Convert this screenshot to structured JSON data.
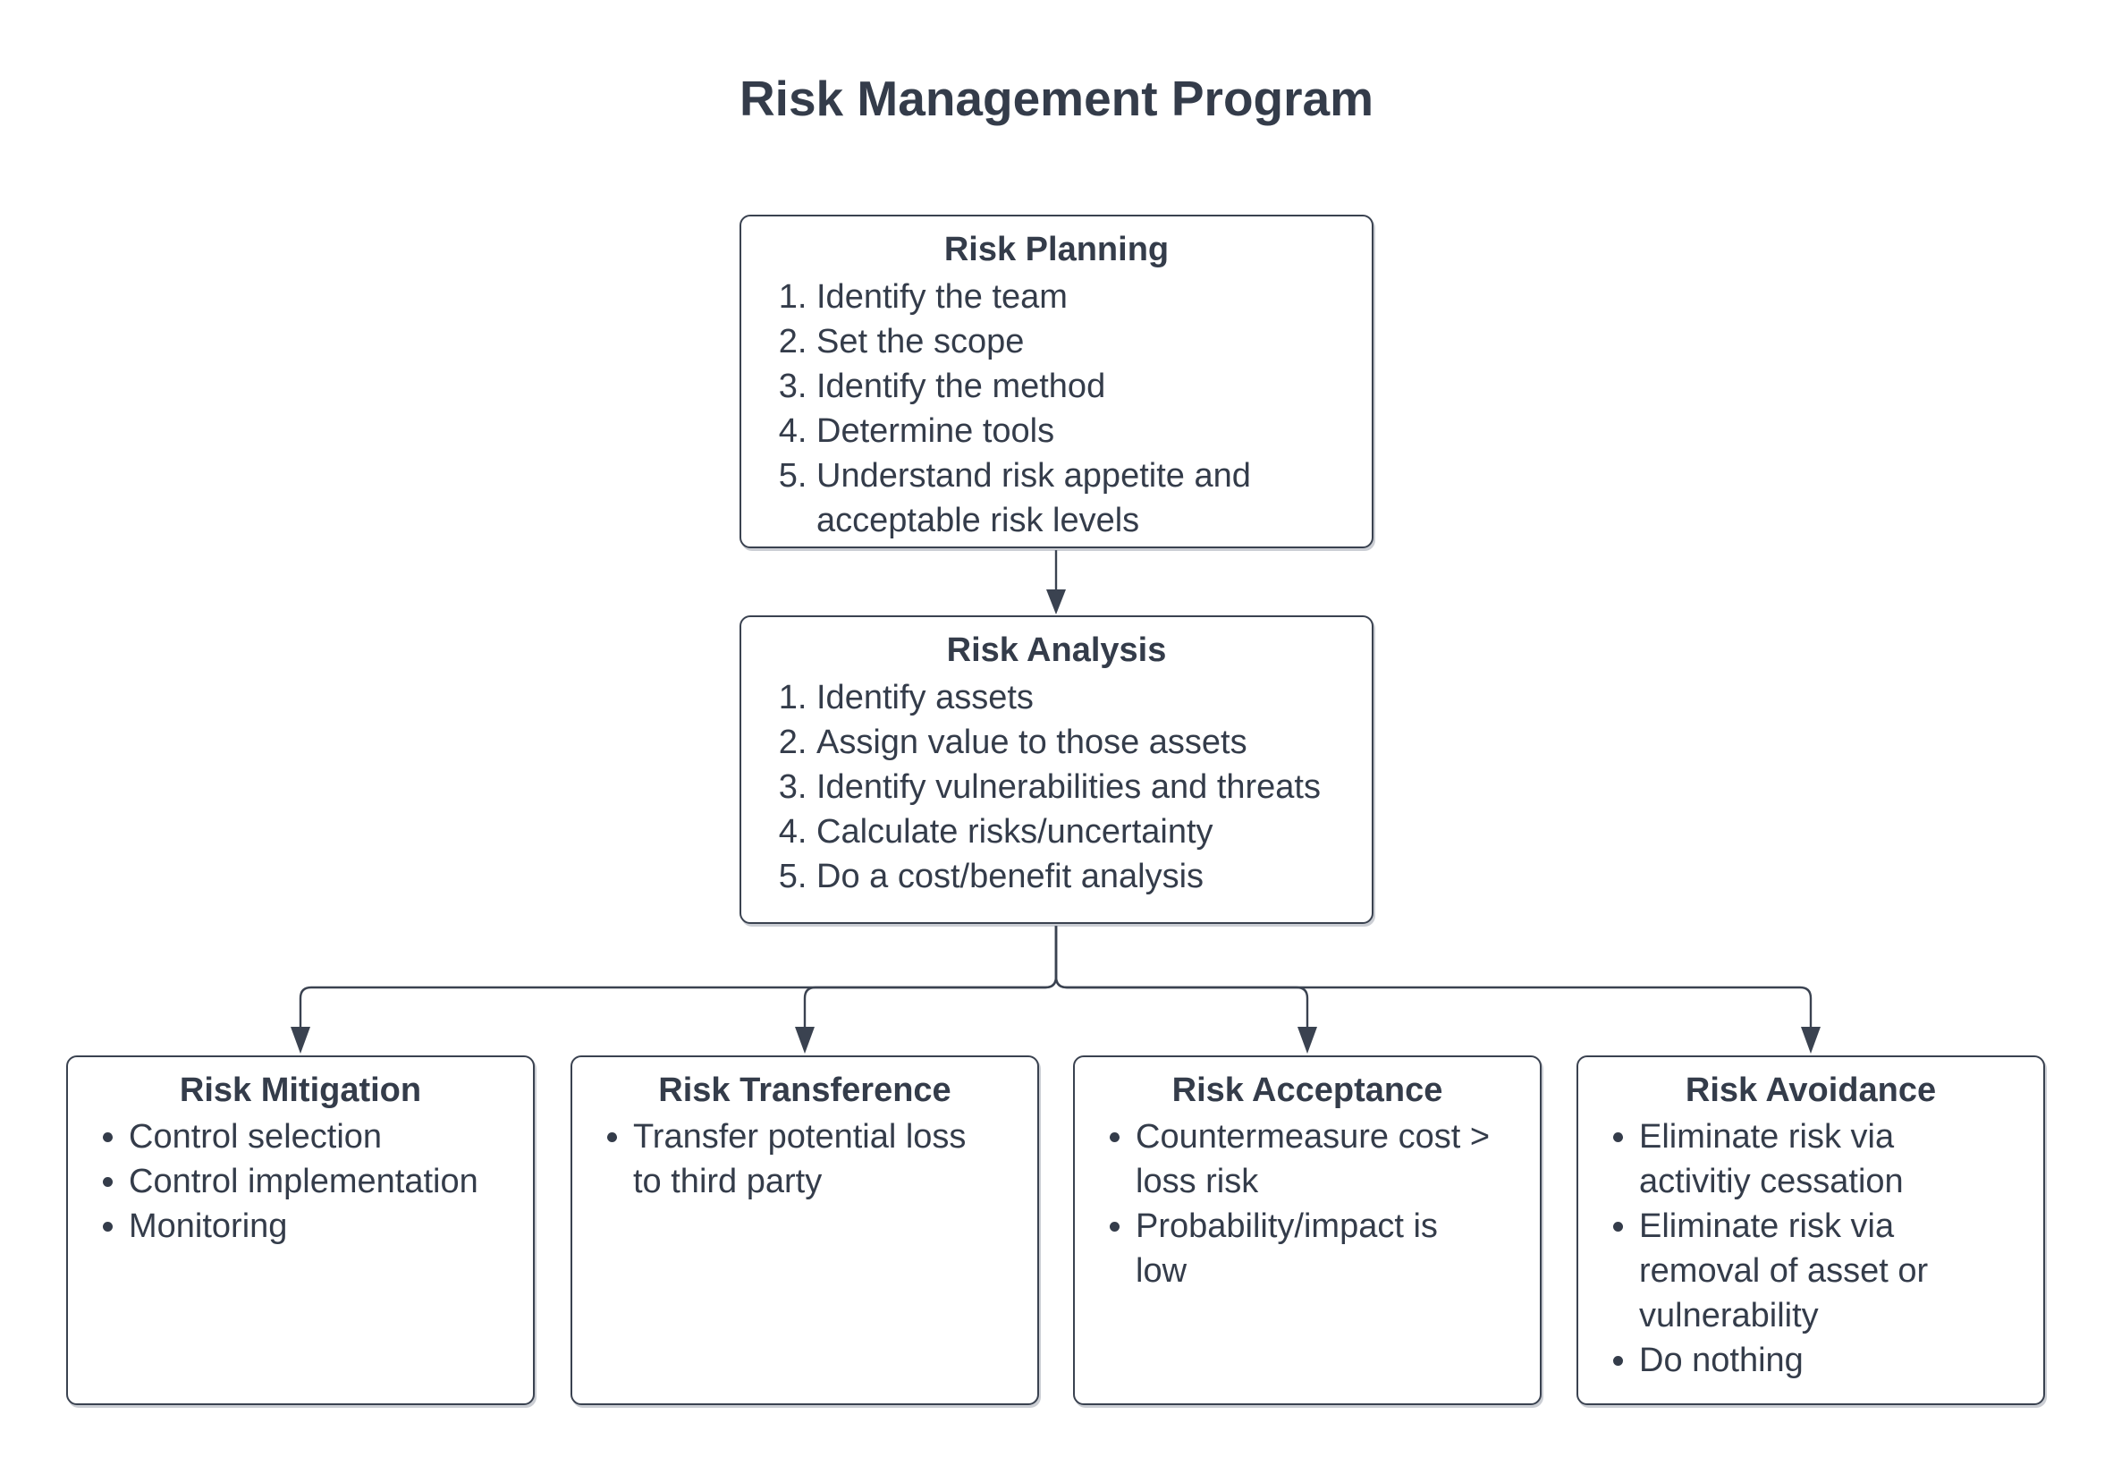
{
  "title": "Risk Management Program",
  "colors": {
    "text": "#343c4a",
    "line": "#3a4250",
    "node_fill": "#ffffff",
    "background": "#ffffff"
  },
  "boxes": {
    "planning": {
      "title": "Risk Planning",
      "list_style": "numbered",
      "items": [
        "Identify the team",
        "Set the scope",
        "Identify the method",
        "Determine tools",
        "Understand risk appetite and acceptable risk levels"
      ]
    },
    "analysis": {
      "title": "Risk Analysis",
      "list_style": "numbered",
      "items": [
        "Identify assets",
        "Assign value to those assets",
        "Identify vulnerabilities and threats",
        "Calculate risks/uncertainty",
        "Do a cost/benefit analysis"
      ]
    },
    "mitigation": {
      "title": "Risk Mitigation",
      "list_style": "bulleted",
      "items": [
        "Control selection",
        "Control implementation",
        "Monitoring"
      ]
    },
    "transference": {
      "title": "Risk Transference",
      "list_style": "bulleted",
      "items": [
        "Transfer potential loss to third party"
      ]
    },
    "acceptance": {
      "title": "Risk Acceptance",
      "list_style": "bulleted",
      "items": [
        "Countermeasure cost > loss risk",
        "Probability/impact is low"
      ]
    },
    "avoidance": {
      "title": "Risk Avoidance",
      "list_style": "bulleted",
      "items": [
        "Eliminate risk via activitiy cessation",
        "Eliminate risk via removal of asset or vulnerability",
        "Do nothing"
      ]
    }
  },
  "connectors": [
    "planning to analysis",
    "analysis to mitigation",
    "analysis to transference",
    "analysis to acceptance",
    "analysis to avoidance"
  ]
}
